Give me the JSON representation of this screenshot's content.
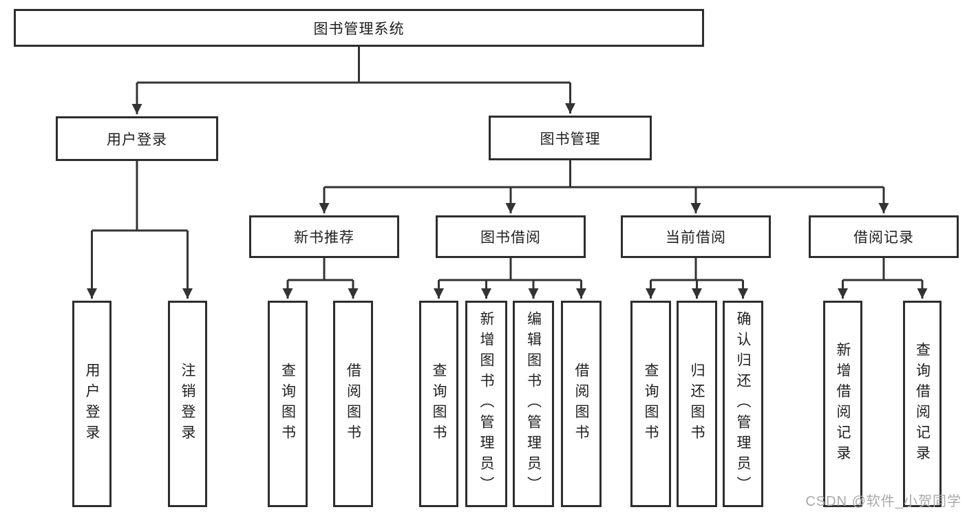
{
  "diagram": {
    "title": "图书管理系统",
    "watermark": "CSDN @软件_小贺同学",
    "colors": {
      "line": "#333333",
      "box_border": "#2d2d2d",
      "box_fill": "#ffffff",
      "text": "#1f1f1f",
      "watermark": "#a9a9a9"
    },
    "nodes": {
      "root": {
        "label": "图书管理系统"
      },
      "user_login": {
        "label": "用户登录"
      },
      "book_mgmt": {
        "label": "图书管理"
      },
      "new_book_rec": {
        "label": "新书推荐"
      },
      "book_borrow": {
        "label": "图书借阅"
      },
      "current_borrow": {
        "label": "当前借阅"
      },
      "borrow_record": {
        "label": "借阅记录"
      },
      "leaf_user_login": {
        "label": "用户登录"
      },
      "leaf_logout": {
        "label": "注销登录"
      },
      "leaf_nbr_query": {
        "label": "查询图书"
      },
      "leaf_nbr_borrow": {
        "label": "借阅图书"
      },
      "leaf_bb_query": {
        "label": "查询图书"
      },
      "leaf_bb_add": {
        "label": "新增图书（管理员）"
      },
      "leaf_bb_edit": {
        "label": "编辑图书（管理员）"
      },
      "leaf_bb_borrow": {
        "label": "借阅图书"
      },
      "leaf_cb_query": {
        "label": "查询图书"
      },
      "leaf_cb_return": {
        "label": "归还图书"
      },
      "leaf_cb_confirm": {
        "label": "确认归还（管理员）"
      },
      "leaf_br_add": {
        "label": "新增借阅记录"
      },
      "leaf_br_query": {
        "label": "查询借阅记录"
      }
    },
    "hierarchy": [
      {
        "parent": "root",
        "children": [
          "user_login",
          "book_mgmt"
        ]
      },
      {
        "parent": "user_login",
        "children": [
          "leaf_user_login",
          "leaf_logout"
        ]
      },
      {
        "parent": "book_mgmt",
        "children": [
          "new_book_rec",
          "book_borrow",
          "current_borrow",
          "borrow_record"
        ]
      },
      {
        "parent": "new_book_rec",
        "children": [
          "leaf_nbr_query",
          "leaf_nbr_borrow"
        ]
      },
      {
        "parent": "book_borrow",
        "children": [
          "leaf_bb_query",
          "leaf_bb_add",
          "leaf_bb_edit",
          "leaf_bb_borrow"
        ]
      },
      {
        "parent": "current_borrow",
        "children": [
          "leaf_cb_query",
          "leaf_cb_return",
          "leaf_cb_confirm"
        ]
      },
      {
        "parent": "borrow_record",
        "children": [
          "leaf_br_add",
          "leaf_br_query"
        ]
      }
    ]
  }
}
